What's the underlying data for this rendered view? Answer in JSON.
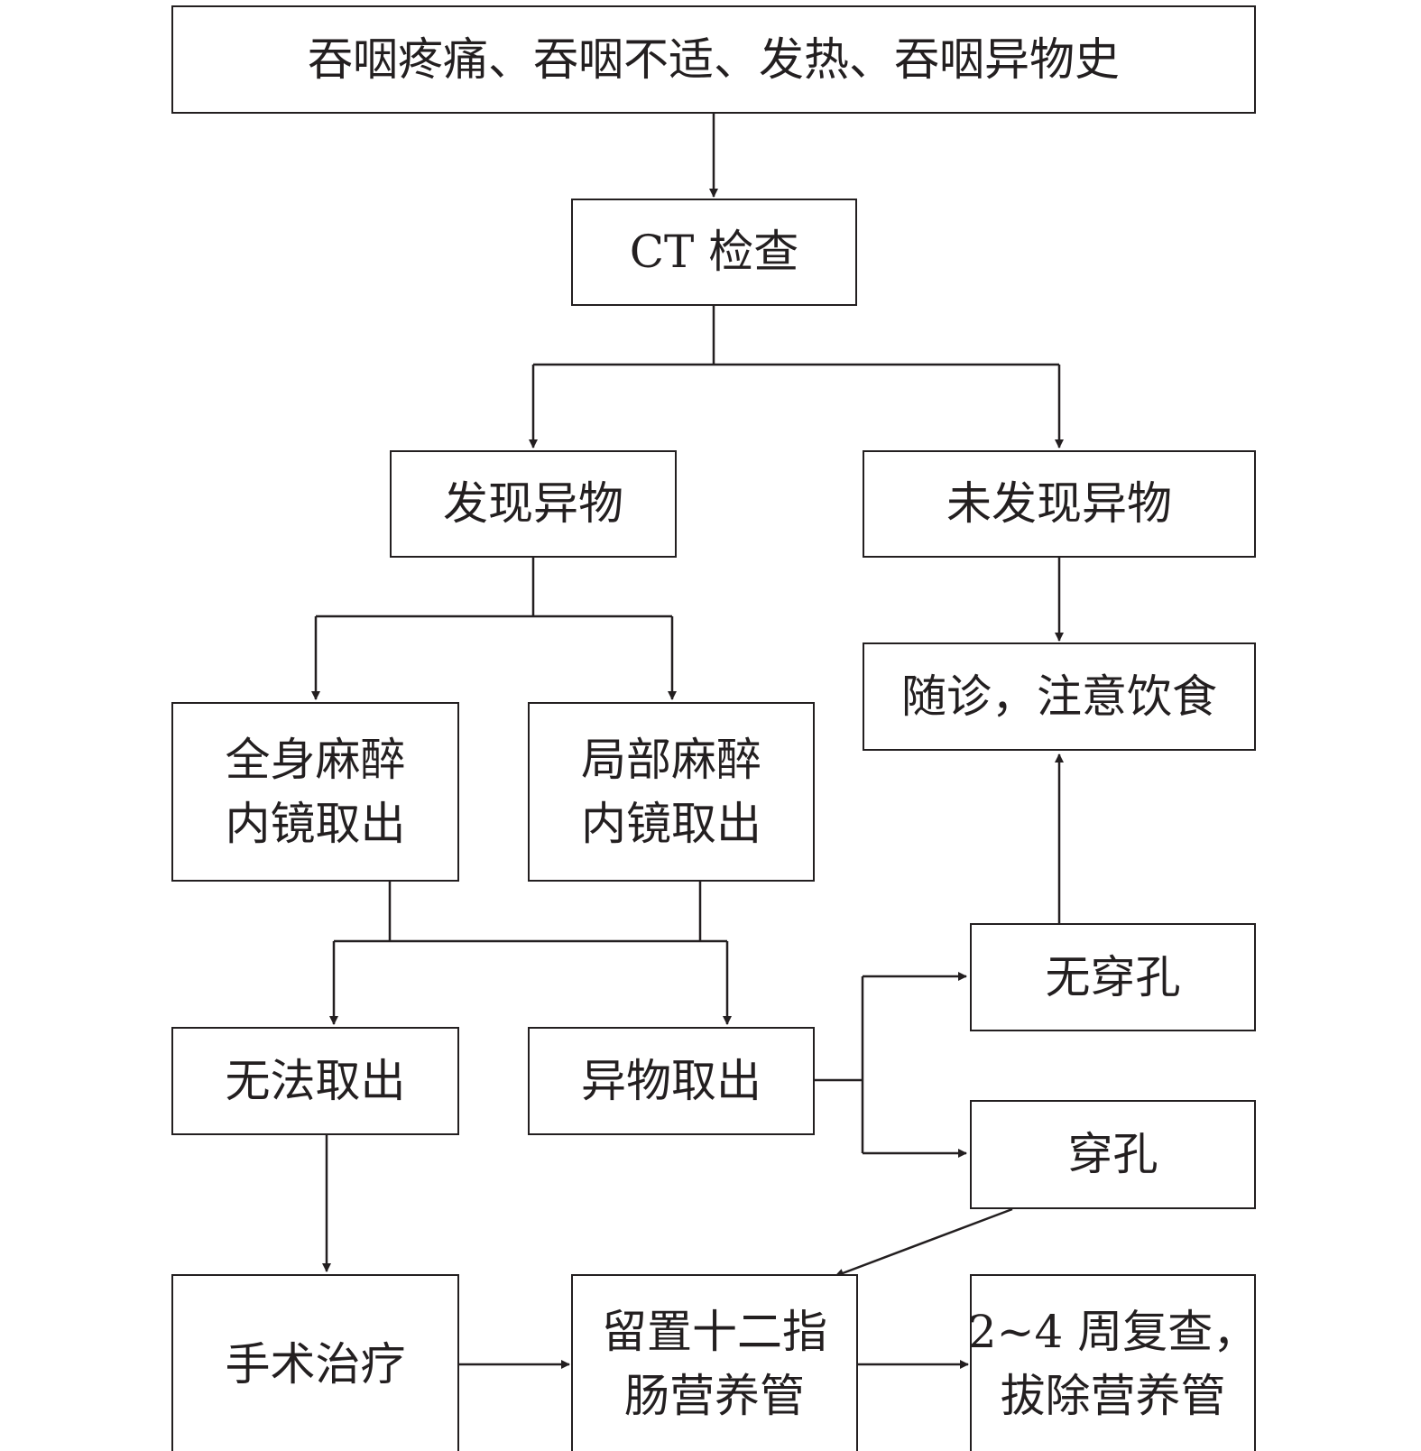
{
  "nodes": {
    "symptoms": [
      "吞咽疼痛、吞咽不适、发热、吞咽异物史"
    ],
    "ct_exam": [
      "CT 检查"
    ],
    "foreign_body_found": [
      "发现异物"
    ],
    "no_foreign_body": [
      "未发现异物"
    ],
    "follow_up_diet": [
      "随诊，注意饮食"
    ],
    "general_anesthesia_endoscopy": [
      "全身麻醉",
      "内镜取出"
    ],
    "local_anesthesia_endoscopy": [
      "局部麻醉",
      "内镜取出"
    ],
    "no_perforation": [
      "无穿孔"
    ],
    "cannot_remove": [
      "无法取出"
    ],
    "foreign_body_removed": [
      "异物取出"
    ],
    "perforation": [
      "穿孔"
    ],
    "surgery": [
      "手术治疗"
    ],
    "duodenal_tube": [
      "留置十二指",
      "肠营养管"
    ],
    "recheck_remove_tube": [
      "2~4 周复查，",
      "拔除营养管"
    ]
  },
  "colors": {
    "stroke": "#231f20",
    "background": "#ffffff"
  }
}
